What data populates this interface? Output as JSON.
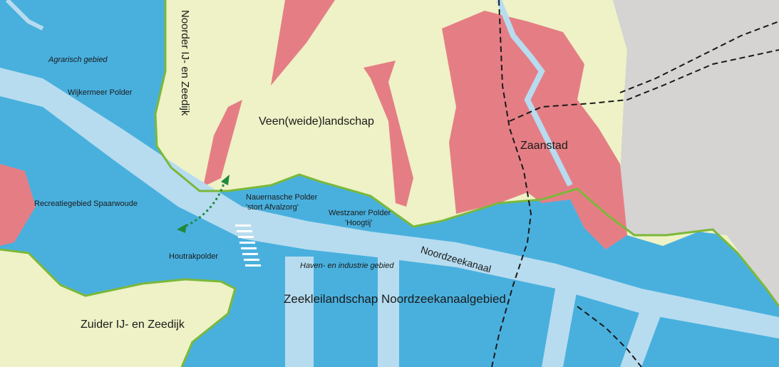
{
  "labels": {
    "agrarisch": "Agrarisch gebied",
    "wijkermeer": "Wijkermeer Polder",
    "noorder": "Noorder IJ- en Zeedijk",
    "veen": "Veen(weide)landschap",
    "zaanstad": "Zaanstad",
    "recreatie": "Recreatiegebied Spaarwoude",
    "nauernasche_1": "Nauernasche Polder",
    "nauernasche_2": "'stort Afvalzorg'",
    "westzaner_1": "Westzaner Polder",
    "westzaner_2": "'Hoogtij'",
    "noordzeekanaal": "Noordzeekanaal",
    "houtrak": "Houtrakpolder",
    "haven": "Haven- en industrie gebied",
    "zeeklei": "Zeekleilandschap Noordzeekanaalgebied",
    "zuider": "Zuider IJ- en Zeedijk"
  },
  "colors": {
    "water": "#49b0de",
    "canal": "#b7dcef",
    "peat": "#eef2c6",
    "urban": "#e57e84",
    "grey_area": "#d6d3d3",
    "dike": "#7bb83a",
    "railway": "#1a1a1a",
    "arrow": "#1f8a3b"
  }
}
